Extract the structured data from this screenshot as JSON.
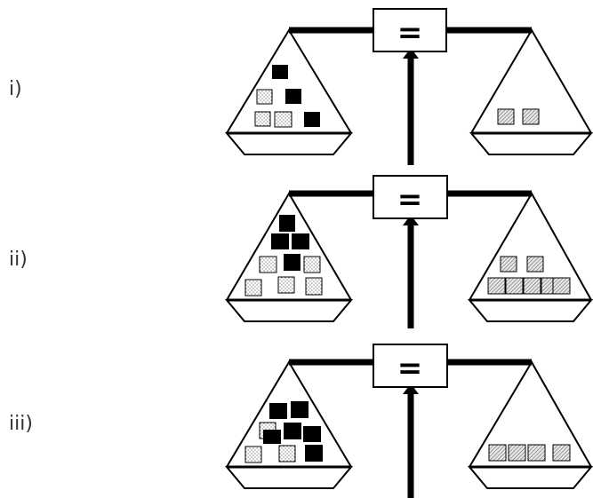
{
  "rows": [
    {
      "label": "i)",
      "sign": "=",
      "left_pan": {
        "black": 3,
        "dotted": 3
      },
      "right_pan": {
        "hatched": 2
      }
    },
    {
      "label": "ii)",
      "sign": "=",
      "left_pan": {
        "black": 4,
        "dotted": 5
      },
      "right_pan": {
        "hatched": 7
      }
    },
    {
      "label": "iii)",
      "sign": "=",
      "left_pan": {
        "black": 6,
        "dotted": 3
      },
      "right_pan": {
        "hatched": 4
      }
    }
  ],
  "colors": {
    "line": "#000000",
    "black_block": "#000000",
    "dotted_fill": "#ffffff",
    "hatch_fill": "#e6e6e6",
    "label": "#333333"
  }
}
